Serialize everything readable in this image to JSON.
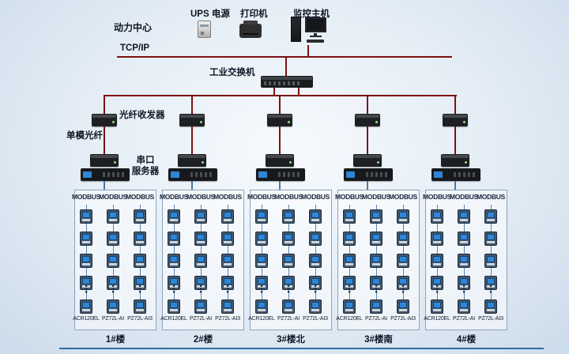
{
  "labels": {
    "power_center": "动力中心",
    "ups": "UPS 电源",
    "printer": "打印机",
    "monitor": "监控主机",
    "tcpip": "TCP/IP",
    "switch": "工业交换机",
    "fiber_transceiver": "光纤收发器",
    "single_mode_fiber": "单模光纤",
    "serial_server_line1": "串口",
    "serial_server_line2": "服务器",
    "dots": "⋮"
  },
  "meter": {
    "modbus": "MODBUS",
    "columns": [
      "ACR120EL",
      "PZ72L-AI",
      "PZ72L-AI3"
    ],
    "rows_before_dots": 4,
    "rows_after_dots": 1
  },
  "groups": [
    {
      "building": "1#楼"
    },
    {
      "building": "2#楼"
    },
    {
      "building": "3#楼北"
    },
    {
      "building": "3#楼南"
    },
    {
      "building": "4#楼"
    }
  ],
  "icons": {
    "ups": "ups-device-icon",
    "printer": "printer-icon",
    "monitor": "monitor-host-icon",
    "switch": "industrial-switch-icon",
    "transceiver": "fiber-transceiver-icon",
    "serial_server": "serial-server-icon",
    "meter": "power-meter-icon"
  },
  "colors": {
    "line_red": "#7d1212",
    "line_blue": "#4a7ba6",
    "screen_blue": "#2f86d8",
    "bottom_line": "#2e6da4"
  }
}
